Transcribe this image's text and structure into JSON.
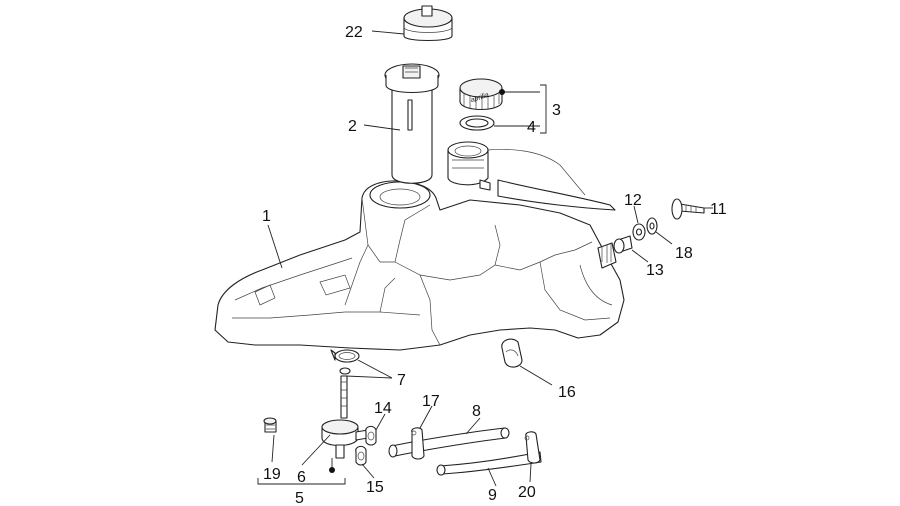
{
  "callouts": [
    {
      "id": "c1",
      "text": "1"
    },
    {
      "id": "c2",
      "text": "2"
    },
    {
      "id": "c3",
      "text": "3"
    },
    {
      "id": "c4",
      "text": "4"
    },
    {
      "id": "c5",
      "text": "5"
    },
    {
      "id": "c6",
      "text": "6"
    },
    {
      "id": "c7",
      "text": "7"
    },
    {
      "id": "c8",
      "text": "8"
    },
    {
      "id": "c9",
      "text": "9"
    },
    {
      "id": "c11",
      "text": "11"
    },
    {
      "id": "c12",
      "text": "12"
    },
    {
      "id": "c13",
      "text": "13"
    },
    {
      "id": "c14",
      "text": "14"
    },
    {
      "id": "c15",
      "text": "15"
    },
    {
      "id": "c16",
      "text": "16"
    },
    {
      "id": "c17",
      "text": "17"
    },
    {
      "id": "c18",
      "text": "18"
    },
    {
      "id": "c19",
      "text": "19"
    },
    {
      "id": "c20",
      "text": "20"
    },
    {
      "id": "c22",
      "text": "22"
    }
  ],
  "cap_logo_text": "aprilia"
}
